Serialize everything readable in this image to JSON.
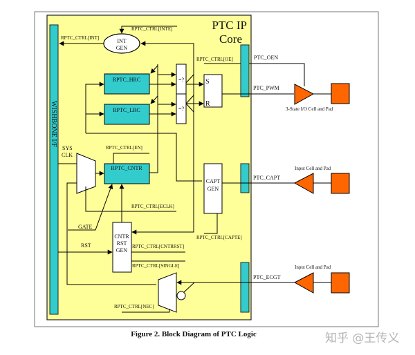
{
  "figure": {
    "caption": "Figure 2. Block Diagram of PTC Logic",
    "watermark": "知乎 @王传义"
  },
  "colors": {
    "core_fill": "#ffff99",
    "register_fill": "#33cccc",
    "pad_fill": "#ff6600",
    "block_fill": "#ffffff",
    "line": "#000000"
  },
  "core": {
    "title_line1": "PTC IP",
    "title_line2": "Core",
    "wishbone_label": "WISHBONE I/F"
  },
  "blocks": {
    "int_gen": [
      "INT",
      "GEN"
    ],
    "hrc": "RPTC_HRC",
    "lrc": "RPTC_LRC",
    "cntr": "RPTC_CNTR",
    "comparator_1": "=?",
    "comparator_2": "=?",
    "sr_set": "S",
    "sr_reset": "R",
    "capt_gen": [
      "CAPT",
      "GEN"
    ],
    "cntr_rst_gen": [
      "CNTR",
      "RST",
      "GEN"
    ]
  },
  "signals": {
    "inte": "RPTC_CTRL[INTE]",
    "int": "RPTC_CTRL[INT]",
    "oe": "RPTC_CTRL[OE]",
    "en": "RPTC_CTRL[EN]",
    "eclk": "RPTC_CTRL[ECLK]",
    "capte": "RPTC_CTRL[CAPTE]",
    "cntrrst": "RPTC_CTRL[CNTRRST]",
    "single": "RPTC_CTRL[SINGLE]",
    "nec": "RPTC_CTRL[NEC]",
    "sys_clk": [
      "SYS",
      "CLK"
    ],
    "gate": "GATE",
    "rst": "RST",
    "ptc_oen": "PTC_OEN",
    "ptc_pwm": "PTC_PWM",
    "ptc_capt": "PTC_CAPT",
    "ptc_ecgt": "PTC_ECGT"
  },
  "pads": {
    "tristate": "3-State I/O Cell and Pad",
    "input_capt": "Input Cell and Pad",
    "input_ecgt": "Input Cell and Pad"
  }
}
